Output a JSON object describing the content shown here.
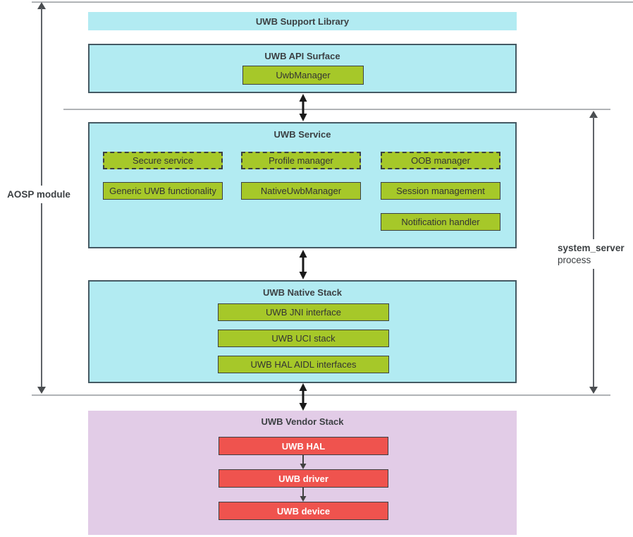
{
  "diagram": {
    "support_library": {
      "title": "UWB Support Library"
    },
    "api_surface": {
      "title": "UWB API Surface",
      "uwb_manager": "UwbManager"
    },
    "service": {
      "title": "UWB Service",
      "dashed": [
        "Secure service",
        "Profile manager",
        "OOB manager"
      ],
      "solid": [
        "Generic UWB functionality",
        "NativeUwbManager",
        "Session management",
        "Notification handler"
      ]
    },
    "native_stack": {
      "title": "UWB Native Stack",
      "items": [
        "UWB JNI interface",
        "UWB UCI stack",
        "UWB HAL AIDL interfaces"
      ]
    },
    "vendor_stack": {
      "title": "UWB Vendor Stack",
      "items": [
        "UWB HAL",
        "UWB driver",
        "UWB device"
      ]
    },
    "annotations": {
      "aosp_module": "AOSP module",
      "system_server": "system_server",
      "process": "process"
    },
    "colors": {
      "cyan_fill": "#b2ebf2",
      "green_fill": "#a6c829",
      "red_fill": "#ef534e",
      "pink_fill": "#e2cce7",
      "box_border": "#455a64",
      "separator_line": "#b0b3b6",
      "arrow_black": "#1a1a1a",
      "arrow_gray": "#4a4d50"
    }
  }
}
